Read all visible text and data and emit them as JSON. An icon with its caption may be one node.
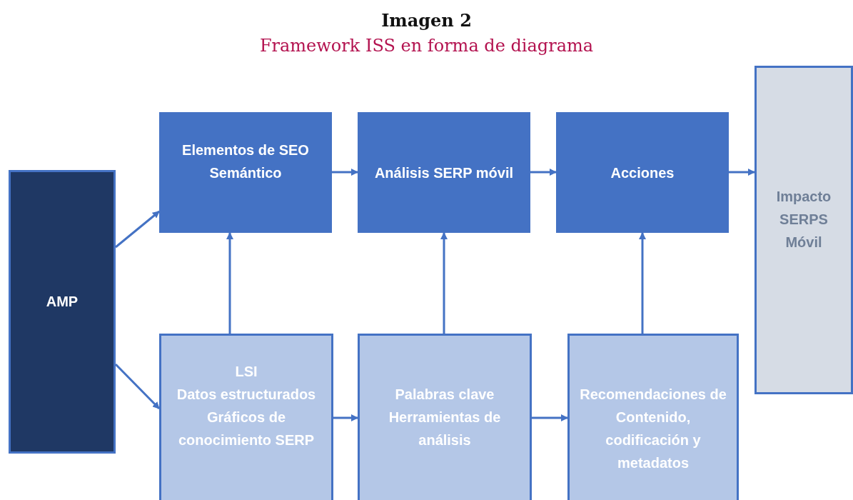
{
  "diagram": {
    "title": "Imagen 2",
    "nodes": [
      {
        "text": [
          "AMP"
        ]
      },
      {
        "text": [
          "Elementos de SEO Semántico"
        ]
      },
      {
        "text": [
          "Análisis SERP móvil"
        ]
      },
      {
        "text": [
          "Acciones"
        ]
      },
      {
        "text": [
          "Impacto SERPS Móvil"
        ]
      },
      {
        "text": [
          "LSI",
          "Datos estructurados",
          "Gráficos de conocimiento SERP"
        ]
      },
      {
        "text": [
          "Palabras clave",
          "Herramientas de análisis"
        ]
      },
      {
        "text": [
          "Recomendaciones de Contenido, codificación y metadatos"
        ]
      }
    ],
    "edges": [
      {
        "from": 0,
        "to": 1,
        "arrow": "to"
      },
      {
        "from": 0,
        "to": 5,
        "arrow": "to"
      },
      {
        "from": 1,
        "to": 2,
        "arrow": "to"
      },
      {
        "from": 2,
        "to": 3,
        "arrow": "to"
      },
      {
        "from": 3,
        "to": 4,
        "arrow": "to"
      },
      {
        "from": 5,
        "to": 1,
        "arrow": "to"
      },
      {
        "from": 6,
        "to": 2,
        "arrow": "to"
      },
      {
        "from": 7,
        "to": 3,
        "arrow": "to"
      },
      {
        "from": 5,
        "to": 6,
        "arrow": "to"
      },
      {
        "from": 6,
        "to": 7,
        "arrow": "to"
      }
    ],
    "labels": [
      "Framework ISS en forma de diagrama"
    ]
  }
}
